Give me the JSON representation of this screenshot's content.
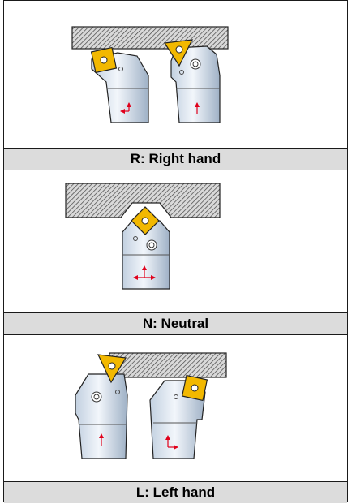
{
  "sections": [
    {
      "label": "R: Right hand"
    },
    {
      "label": "N: Neutral"
    },
    {
      "label": "L: Left hand"
    }
  ],
  "colors": {
    "insert": "#f2b800",
    "holder_light": "#e4edf6",
    "holder_dark": "#a9b9cb",
    "workpiece_hatch": "#555555",
    "arrow": "#e0001b"
  }
}
